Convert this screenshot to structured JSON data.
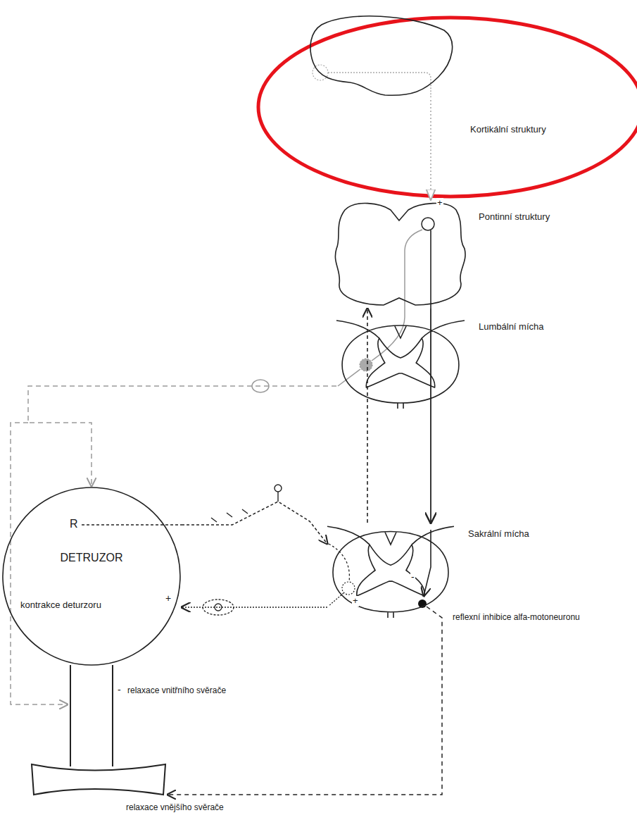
{
  "diagram": {
    "nodes": [
      {
        "text": [
          "Kortikální struktury"
        ]
      },
      {
        "text": [
          "Pontinní struktury"
        ]
      },
      {
        "text": [
          "Lumbální mícha"
        ]
      },
      {
        "text": [
          "DETRUZOR"
        ]
      },
      {
        "text": [
          "Sakrální mícha"
        ]
      }
    ],
    "edges": [
      {
        "from": 0,
        "to": 1,
        "arrow": "to"
      },
      {
        "from": 4,
        "to": 1,
        "arrow": "to"
      },
      {
        "from": 1,
        "to": 4,
        "arrow": "to"
      },
      {
        "from": 1,
        "to": 2,
        "arrow": "none"
      },
      {
        "from": 2,
        "to": 3,
        "arrow": "to"
      },
      {
        "from": 3,
        "to": 4,
        "arrow": "to"
      },
      {
        "from": 4,
        "to": 3,
        "arrow": "to"
      }
    ],
    "labels": [
      "R",
      "kontrakce deturzoru",
      "+",
      "-",
      "relaxace vnitřního svěrače",
      "relaxace vnějšího svěrače",
      "reflexní inhibice alfa-motoneuronu",
      "+",
      "+",
      "-"
    ]
  }
}
